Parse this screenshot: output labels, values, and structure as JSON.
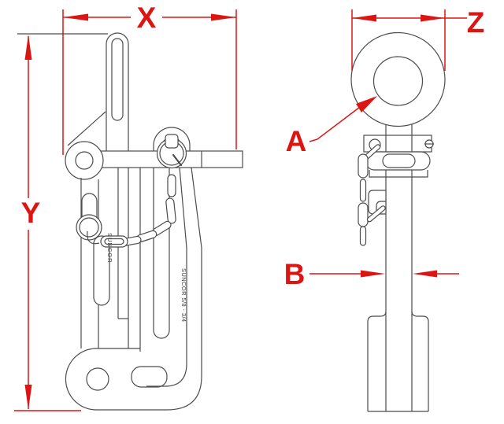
{
  "drawing": {
    "dimension_labels": {
      "x": "X",
      "y": "Y",
      "z": "Z"
    },
    "callout_labels": {
      "a": "A",
      "b": "B"
    },
    "markings": {
      "handle_text": "SUNCOR",
      "body_text": "SUNCOR 5/8 - 3/4"
    },
    "colors": {
      "dimension_red": "#dd1512",
      "line_gray": "#4c4c4c",
      "background": "#ffffff"
    }
  }
}
